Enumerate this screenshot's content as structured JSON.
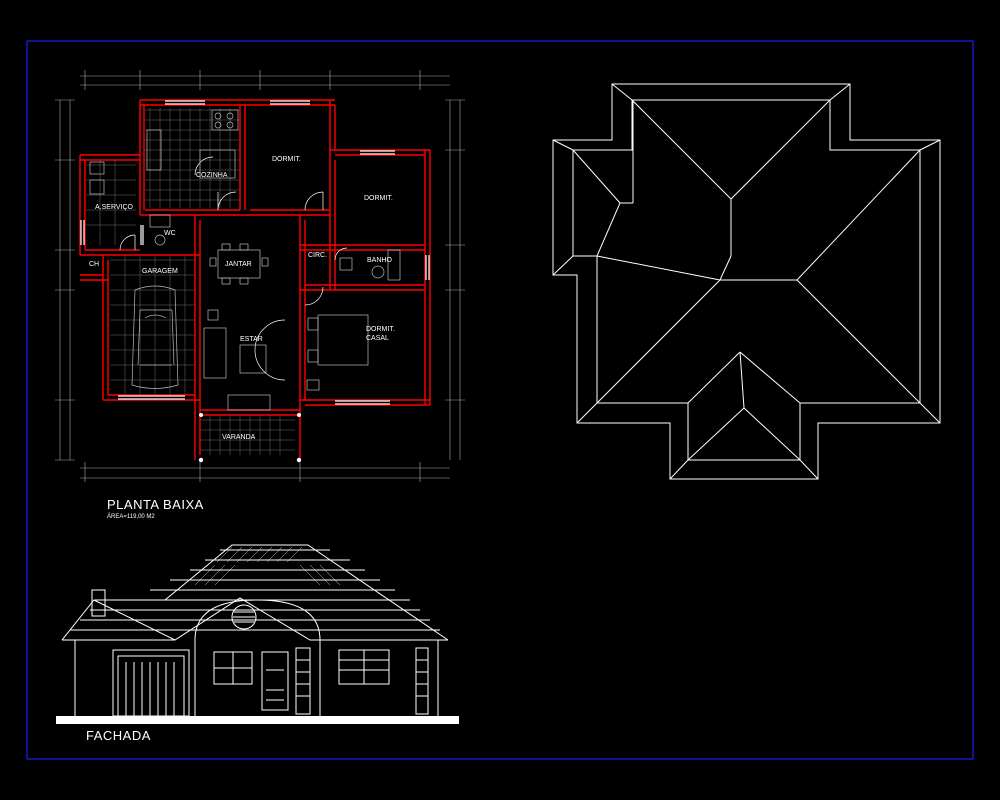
{
  "drawing": {
    "plan_title": "PLANTA BAIXA",
    "plan_area": "ÁREA=119,00 M2",
    "facade_title": "FACHADA",
    "rooms": {
      "cozinha": "COZINHA",
      "dormit1": "DORMIT.",
      "dormit2": "DORMIT.",
      "a_servico": "A.SERVIÇO",
      "wc": "WC",
      "ch": "CH",
      "jantar": "JANTAR",
      "circ": "CIRC.",
      "banho": "BANHO",
      "garagem": "GARAGEM",
      "estar": "ESTAR",
      "dormit_casal": "DORMIT. CASAL",
      "varanda": "VARANDA"
    },
    "colors": {
      "background": "#000000",
      "frame": "#1a1aff",
      "walls": "#ff0000",
      "lines": "#ffffff",
      "dims": "#cccccc",
      "furniture": "#bbbbbb"
    }
  }
}
